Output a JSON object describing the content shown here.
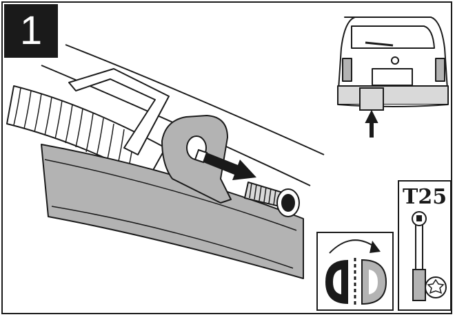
{
  "step": {
    "number": "1"
  },
  "tool": {
    "label": "T25",
    "icon": "torx-wrench-icon"
  },
  "rotation_hint": {
    "icon": "rotate-clockwise-half-icon"
  },
  "vehicle_inset": {
    "icon": "van-rear-view-icon",
    "highlight_icon": "tow-bar-mount-highlight"
  },
  "main_illustration": {
    "icon": "bumper-bracket-screw-icon",
    "arrow_icon": "remove-screw-arrow-icon"
  },
  "colors": {
    "ink": "#1a1a1a",
    "fill_gray": "#b3b3b3",
    "light_gray": "#d9d9d9",
    "paper": "#ffffff"
  }
}
